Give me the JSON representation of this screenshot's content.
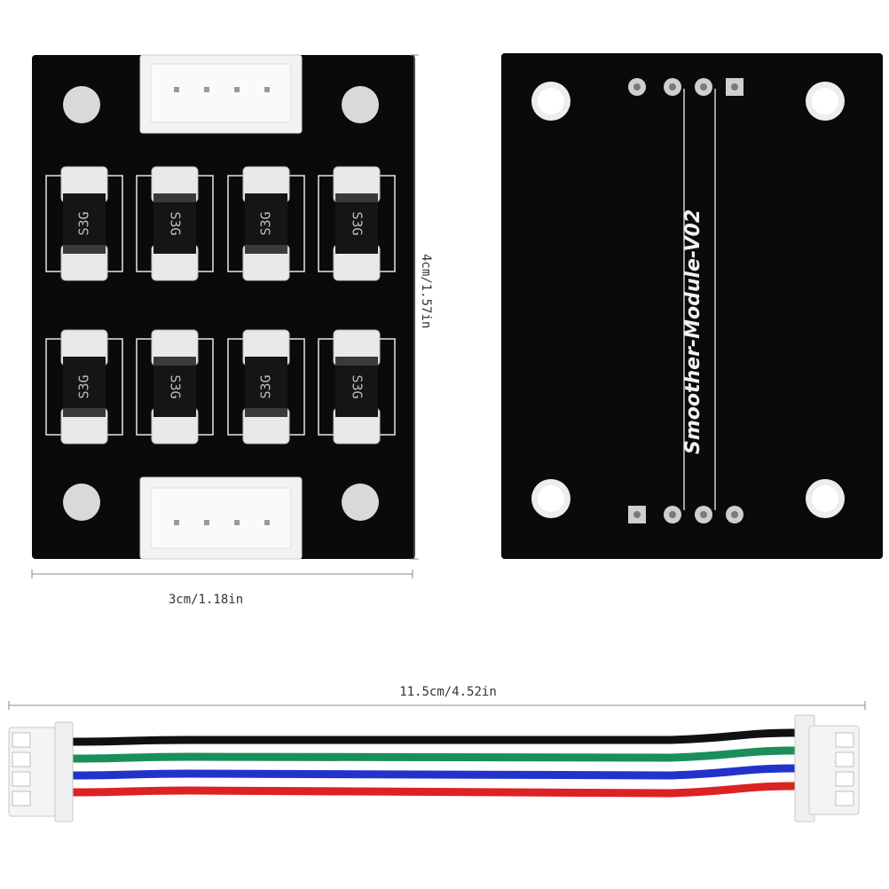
{
  "dimensions": {
    "height": "4cm/1.57in",
    "width": "3cm/1.18in",
    "cable_length": "11.5cm/4.52in"
  },
  "board_front": {
    "chip_marking": "S3G"
  },
  "board_back": {
    "silkscreen": "Smoother-Module-V02"
  },
  "cable": {
    "wire_colors": [
      "#111111",
      "#1a8f5a",
      "#2233cc",
      "#dd2222"
    ]
  }
}
